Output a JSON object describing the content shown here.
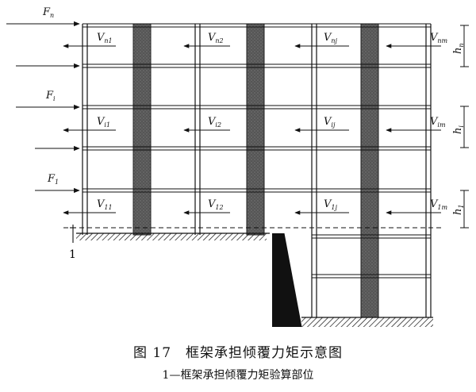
{
  "caption": {
    "title": "图 17　框架承担倾覆力矩示意图",
    "note": "1—框架承担倾覆力矩验算部位"
  },
  "forces": [
    {
      "main": "F",
      "sub": "n"
    },
    {
      "main": "F",
      "sub": "i"
    },
    {
      "main": "F",
      "sub": "1"
    }
  ],
  "shears": [
    [
      {
        "main": "V",
        "sub": "n1"
      },
      {
        "main": "V",
        "sub": "n2"
      },
      {
        "main": "V",
        "sub": "nj"
      },
      {
        "main": "V",
        "sub": "nm"
      }
    ],
    [
      {
        "main": "V",
        "sub": "i1"
      },
      {
        "main": "V",
        "sub": "i2"
      },
      {
        "main": "V",
        "sub": "ij"
      },
      {
        "main": "V",
        "sub": "im"
      }
    ],
    [
      {
        "main": "V",
        "sub": "11"
      },
      {
        "main": "V",
        "sub": "12"
      },
      {
        "main": "V",
        "sub": "1j"
      },
      {
        "main": "V",
        "sub": "1m"
      }
    ]
  ],
  "heights": [
    {
      "main": "h",
      "sub": "n"
    },
    {
      "main": "h",
      "sub": "i"
    },
    {
      "main": "h",
      "sub": "1"
    }
  ],
  "marker_label": "1",
  "colors": {
    "ink": "#111111",
    "wall": "#555555",
    "wall_dot": "#888888"
  }
}
